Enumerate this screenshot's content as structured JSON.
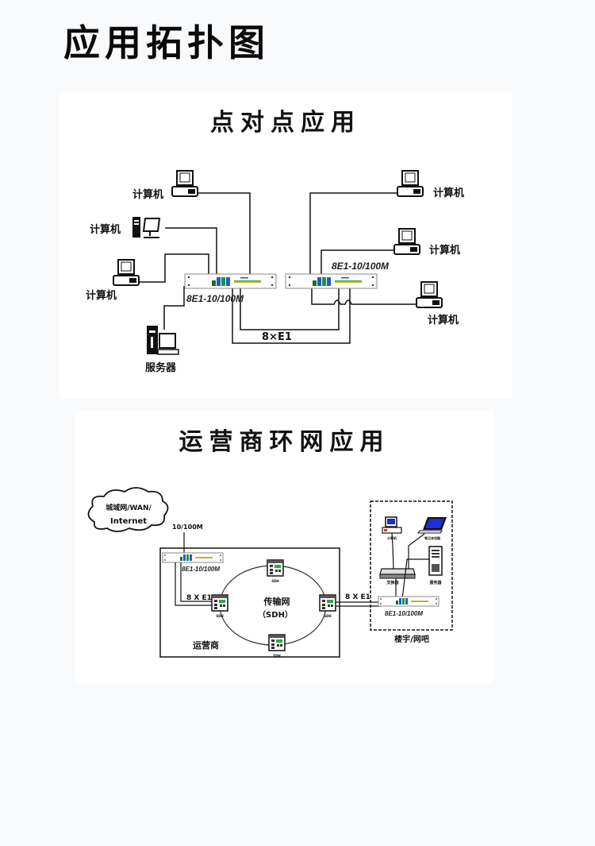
{
  "page": {
    "title": "应用拓扑图"
  },
  "p2p": {
    "title": "点对点应用",
    "device_model": "8E1-10/100M",
    "link_label": "8×E1",
    "left_nodes": [
      {
        "type": "computer",
        "label": "计算机"
      },
      {
        "type": "computer-tower",
        "label": "计算机"
      },
      {
        "type": "computer",
        "label": "计算机"
      },
      {
        "type": "server",
        "label": "服务器"
      }
    ],
    "right_nodes": [
      {
        "type": "computer",
        "label": "计算机"
      },
      {
        "type": "computer",
        "label": "计算机"
      },
      {
        "type": "computer",
        "label": "计算机"
      }
    ]
  },
  "ring": {
    "title": "运营商环网应用",
    "cloud_line1": "城域网/WAN/",
    "cloud_line2": "Internet",
    "uplink_label": "10/100M",
    "device_model": "8E1-10/100M",
    "left_link_label": "8 X E1",
    "right_link_label": "8 X E1",
    "transport_label_1": "传输网",
    "transport_label_2": "（SDH）",
    "operator_label": "运营商",
    "sdh_node_label": "SDH",
    "site_label": "楼宇/网吧",
    "site_nodes": [
      {
        "type": "computer",
        "label": "计算机"
      },
      {
        "type": "laptop",
        "label": "笔记本电脑"
      },
      {
        "type": "switch",
        "label": "交换器"
      },
      {
        "type": "server",
        "label": "服务器"
      }
    ]
  },
  "colors": {
    "page_bg": "#f9fafc",
    "panel_bg": "#ffffff",
    "laptop_screen": "#1a2fd6",
    "led_green": "#2aa84a",
    "led_blue": "#1f5fbf",
    "led_yellow": "#c9b21a"
  }
}
